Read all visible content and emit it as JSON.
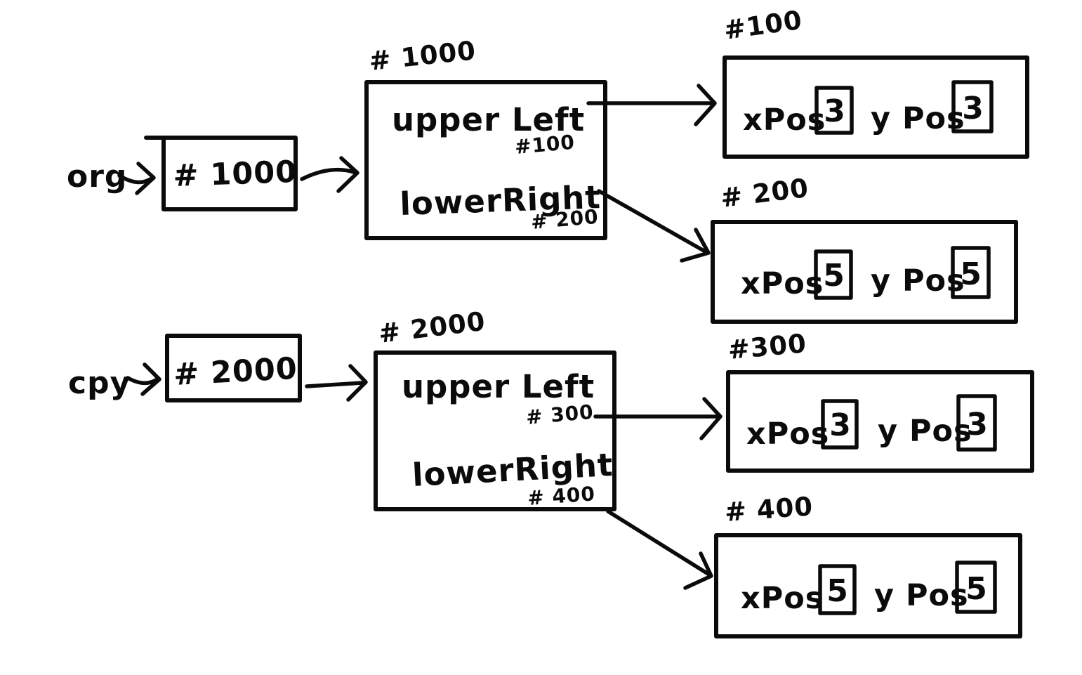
{
  "colors": {
    "ink": "#0b0b0b",
    "background": "#ffffff"
  },
  "rows": [
    {
      "var": "org",
      "pointer": "# 1000",
      "object": {
        "address": "# 1000",
        "field1_name": "upper Left",
        "field1_value": "#100",
        "field2_name": "lowerRight",
        "field2_value": "# 200"
      },
      "point1": {
        "address": "#100",
        "x_label": "xPos",
        "x_value": "3",
        "y_label": "y Pos",
        "y_value": "3"
      },
      "point2": {
        "address": "# 200",
        "x_label": "xPos",
        "x_value": "5",
        "y_label": "y Pos",
        "y_value": "5"
      }
    },
    {
      "var": "cpy",
      "pointer": "# 2000",
      "object": {
        "address": "# 2000",
        "field1_name": "upper Left",
        "field1_value": "# 300",
        "field2_name": "lowerRight",
        "field2_value": "# 400"
      },
      "point1": {
        "address": "#300",
        "x_label": "xPos",
        "x_value": "3",
        "y_label": "y Pos",
        "y_value": "3"
      },
      "point2": {
        "address": "# 400",
        "x_label": "xPos",
        "x_value": "5",
        "y_label": "y Pos",
        "y_value": "5"
      }
    }
  ]
}
